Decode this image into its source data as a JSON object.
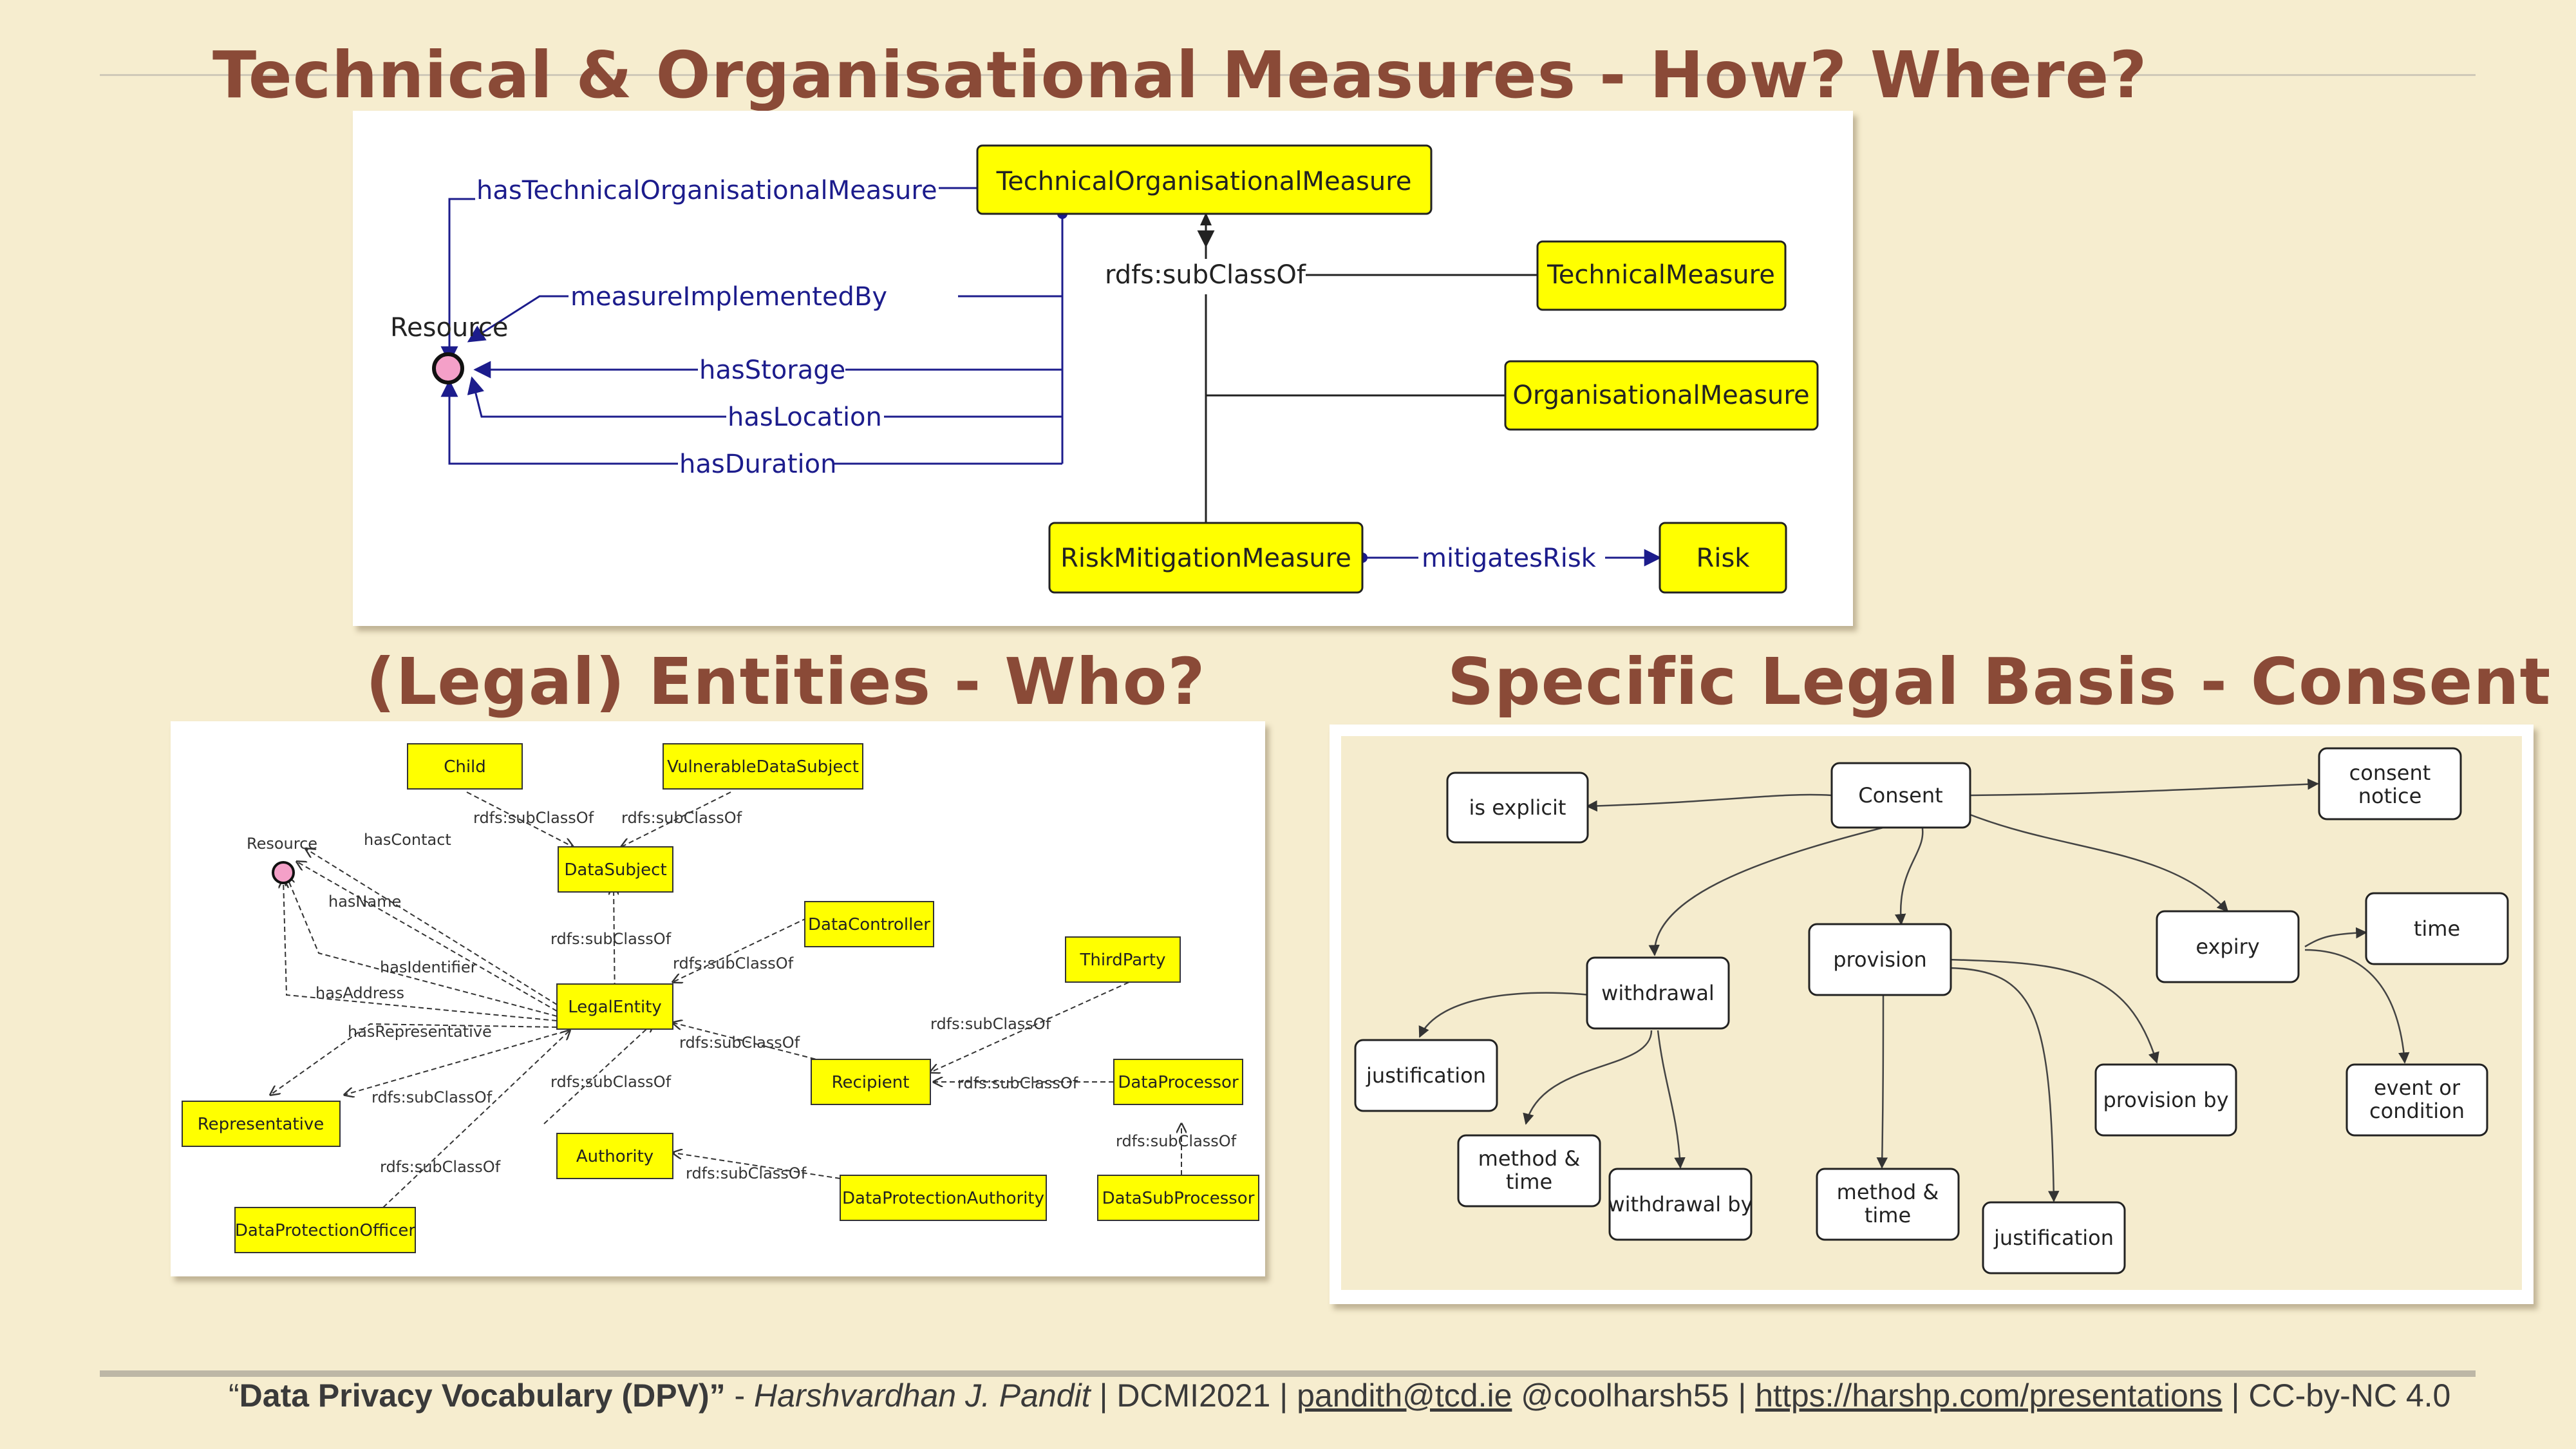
{
  "slide": {
    "title": "Technical & Organisational Measures - How? Where?",
    "left_title": "(Legal) Entities - Who?",
    "right_title": "Specific Legal Basis - Consent"
  },
  "tom_diagram": {
    "nodes": {
      "resource": "Resource",
      "tom": "TechnicalOrganisationalMeasure",
      "technical": "TechnicalMeasure",
      "organisational": "OrganisationalMeasure",
      "risk_mitigation": "RiskMitigationMeasure",
      "risk": "Risk"
    },
    "edges": {
      "has_tom": "hasTechnicalOrganisationalMeasure",
      "implemented_by": "measureImplementedBy",
      "has_storage": "hasStorage",
      "has_location": "hasLocation",
      "has_duration": "hasDuration",
      "subclass": "rdfs:subClassOf",
      "mitigates_risk": "mitigatesRisk"
    }
  },
  "entities_diagram": {
    "nodes": {
      "resource": "Resource",
      "child": "Child",
      "vulnerable": "VulnerableDataSubject",
      "data_subject": "DataSubject",
      "data_controller": "DataController",
      "third_party": "ThirdParty",
      "legal_entity": "LegalEntity",
      "recipient": "Recipient",
      "data_processor": "DataProcessor",
      "representative": "Representative",
      "authority": "Authority",
      "dpa": "DataProtectionAuthority",
      "sub_processor": "DataSubProcessor",
      "dpo": "DataProtectionOfficer"
    },
    "edges": {
      "has_contact": "hasContact",
      "has_name": "hasName",
      "has_identifier": "hasIdentifier",
      "has_address": "hasAddress",
      "has_representative": "hasRepresentative",
      "subclass": "rdfs:subClassOf"
    }
  },
  "consent_diagram": {
    "nodes": {
      "consent": "Consent",
      "is_explicit": "is explicit",
      "consent_notice_1": "consent",
      "consent_notice_2": "notice",
      "withdrawal": "withdrawal",
      "provision": "provision",
      "expiry": "expiry",
      "time": "time",
      "justification_w": "justification",
      "method_time_w_1": "method &",
      "method_time_w_2": "time",
      "withdrawal_by": "withdrawal by",
      "method_time_p_1": "method &",
      "method_time_p_2": "time",
      "justification_p": "justification",
      "provision_by": "provision by",
      "event_condition_1": "event or",
      "event_condition_2": "condition"
    }
  },
  "footer": {
    "open_quote": "“",
    "work_title": "Data Privacy Vocabulary (DPV)”",
    "dash": " - ",
    "author": "Harshvardhan J. Pandit",
    "venue": " | DCMI2021 | ",
    "email": "pandith@tcd.ie",
    "handle": " @coolharsh55 | ",
    "url": "https://harshp.com/presentations",
    "license": " | CC-by-NC 4.0"
  },
  "colors": {
    "background": "#f6edcf",
    "title": "#8a4a37",
    "node_fill": "#ffff00",
    "edge": "#1c1c8c",
    "resource_dot": "#f4a0c8"
  }
}
